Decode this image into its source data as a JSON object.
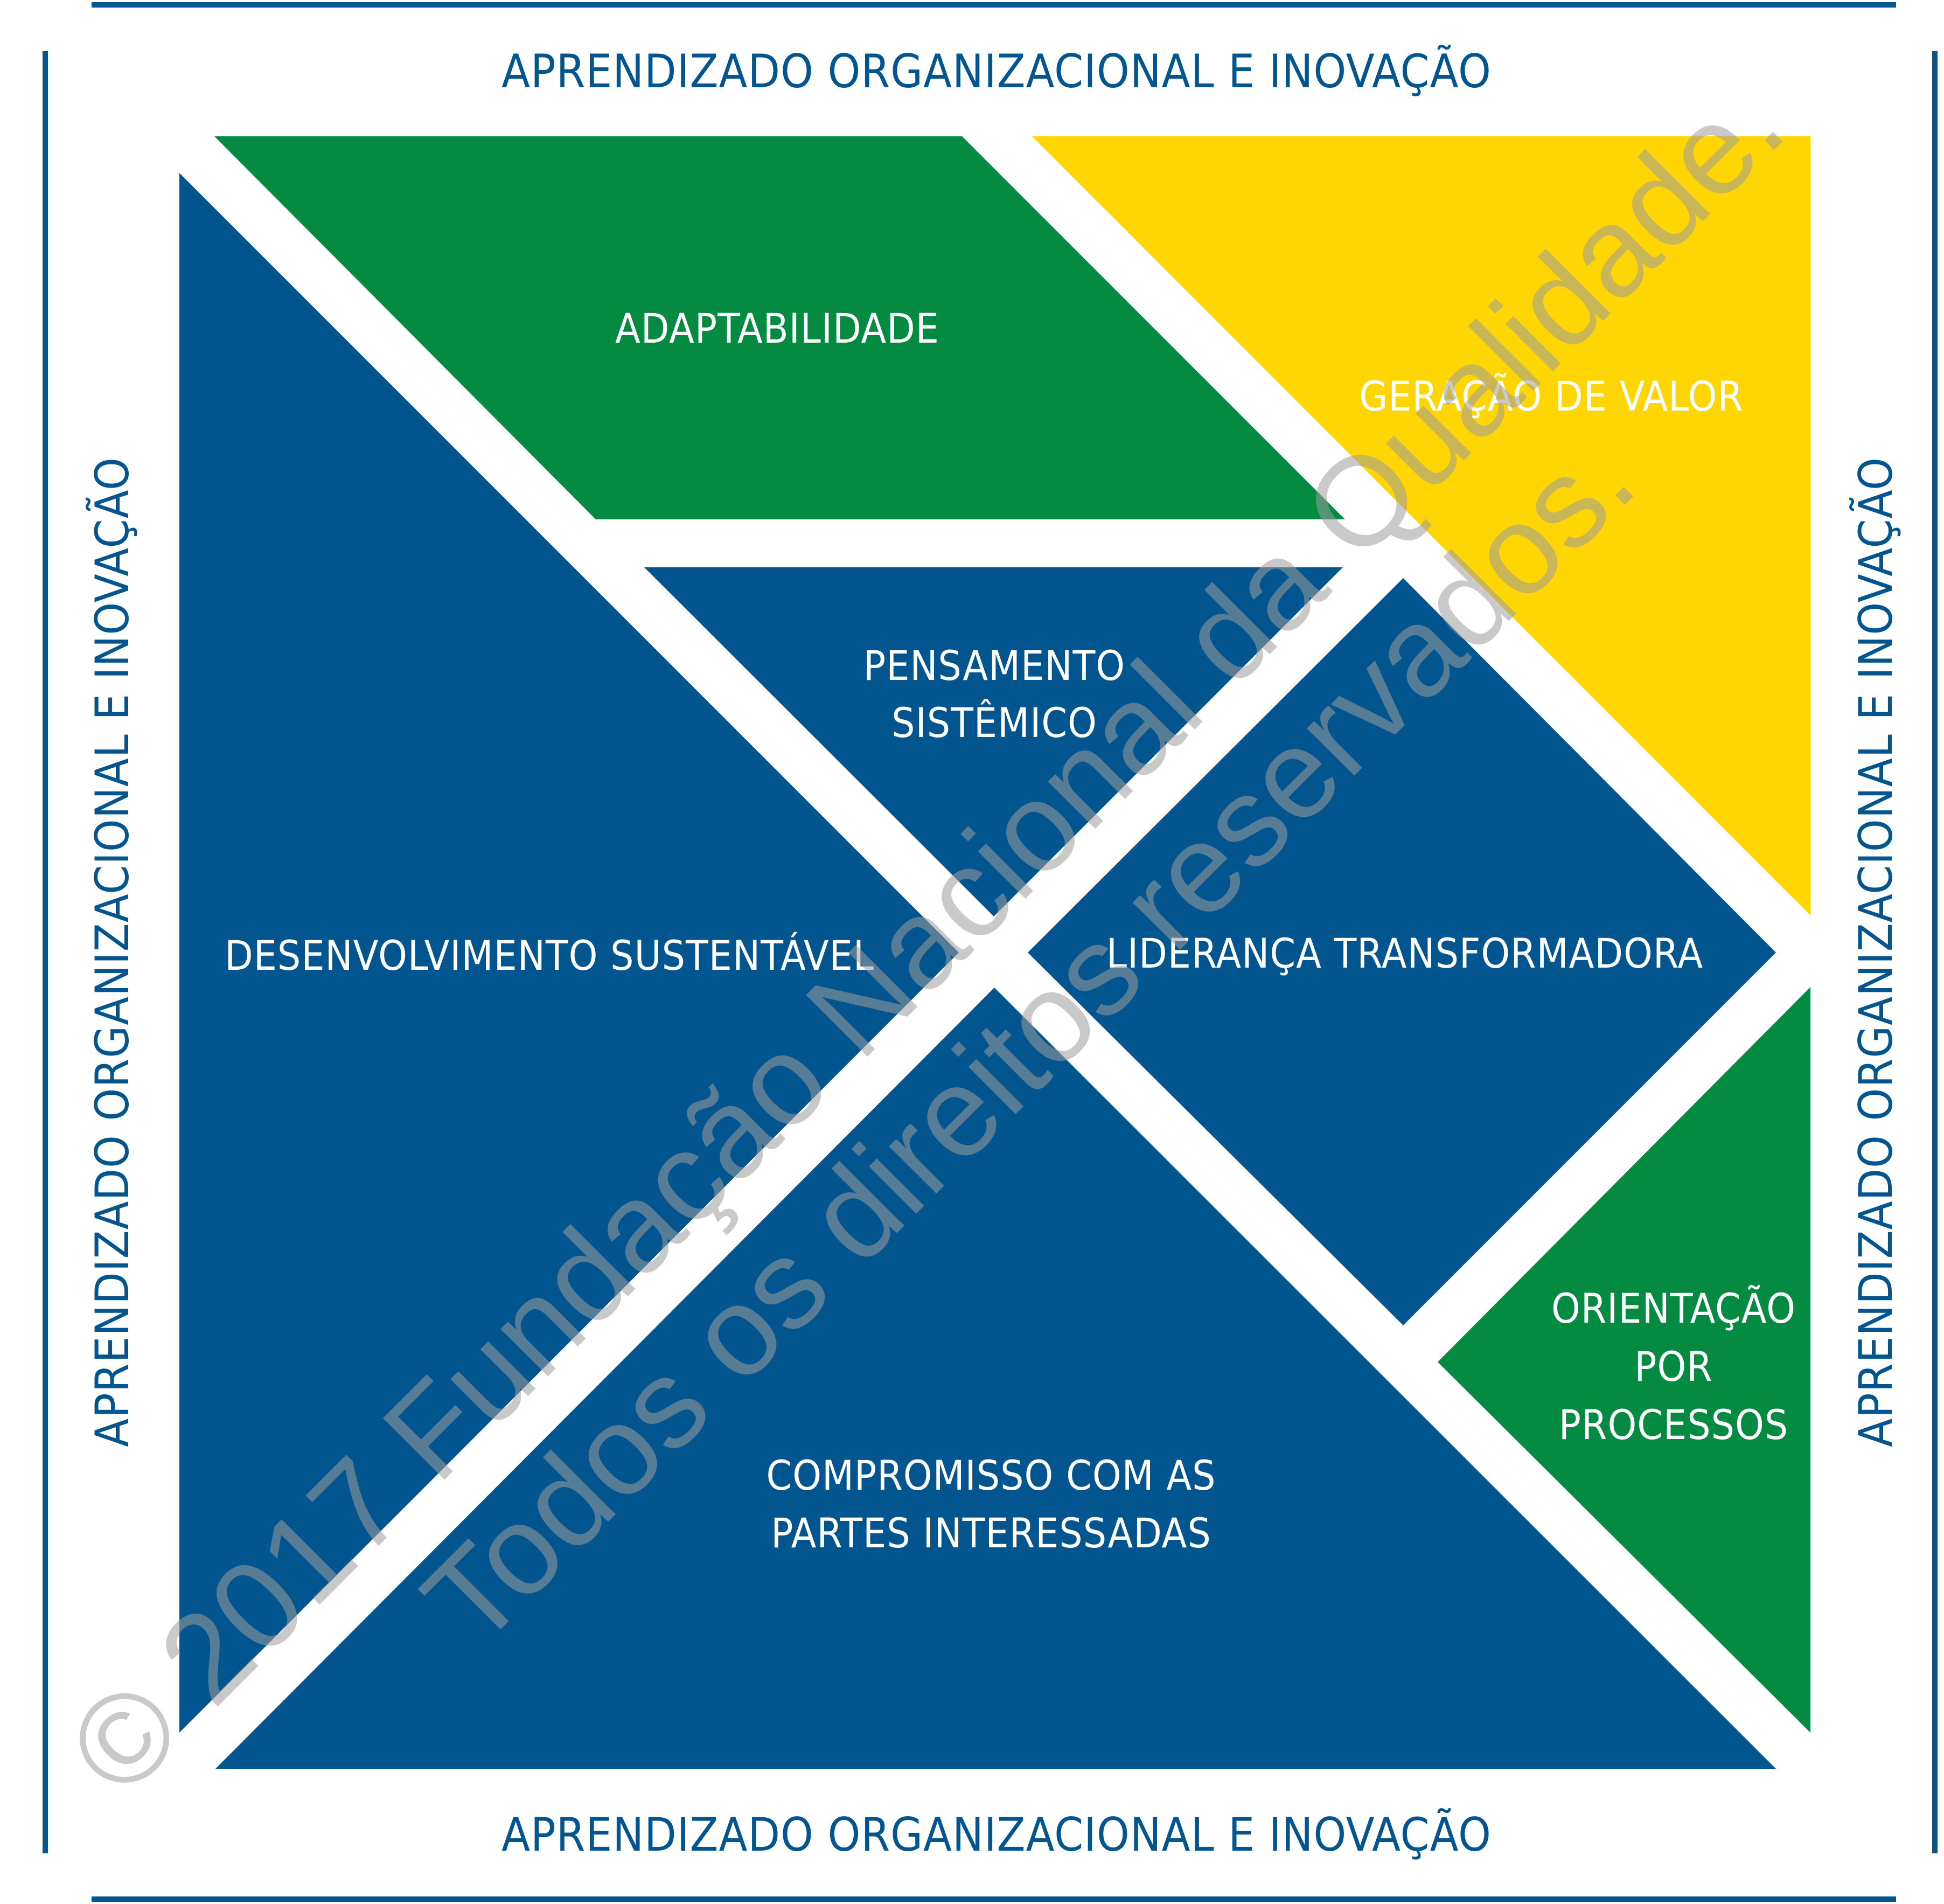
{
  "frame": {
    "top_label": "APRENDIZADO ORGANIZACIONAL E INOVAÇÃO",
    "bottom_label": "APRENDIZADO ORGANIZACIONAL E INOVAÇÃO",
    "left_label": "APRENDIZADO ORGANIZACIONAL E INOVAÇÃO",
    "right_label": "APRENDIZADO ORGANIZACIONAL E INOVAÇÃO"
  },
  "pieces": {
    "adaptabilidade": {
      "line1": "ADAPTABILIDADE"
    },
    "geracao_valor": {
      "line1": "GERAÇÃO DE VALOR"
    },
    "pensamento_sistemico": {
      "line1": "PENSAMENTO",
      "line2": "SISTÊMICO"
    },
    "desenvolvimento_sustentavel": {
      "line1": "DESENVOLVIMENTO SUSTENTÁVEL"
    },
    "lideranca_transformadora": {
      "line1": "LIDERANÇA TRANSFORMADORA"
    },
    "orientacao_processos": {
      "line1": "ORIENTAÇÃO",
      "line2": "POR",
      "line3": "PROCESSOS"
    },
    "compromisso_partes": {
      "line1": "COMPROMISSO COM AS",
      "line2": "PARTES INTERESSADAS"
    }
  },
  "watermark": {
    "line1": "© 2017 Fundação Nacional da Qualidade.",
    "line2": "Todos os direitos reservados."
  },
  "colors": {
    "blue": "#03558f",
    "green": "#048a41",
    "yellow": "#ffd504",
    "frame_text": "#03558f",
    "piece_text": "#ffffff"
  }
}
